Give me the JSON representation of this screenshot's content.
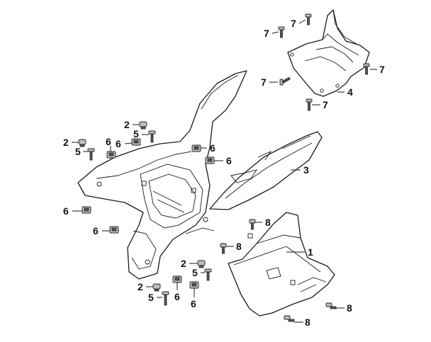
{
  "diagram": {
    "callouts": [
      {
        "id": "c7a",
        "text": "7"
      },
      {
        "id": "c7b",
        "text": "7"
      },
      {
        "id": "c7c",
        "text": "7"
      },
      {
        "id": "c7d",
        "text": "7"
      },
      {
        "id": "c7e",
        "text": "7"
      },
      {
        "id": "c4",
        "text": "4"
      },
      {
        "id": "c3",
        "text": "3"
      },
      {
        "id": "c2a",
        "text": "2"
      },
      {
        "id": "c5a",
        "text": "5"
      },
      {
        "id": "c2b",
        "text": "2"
      },
      {
        "id": "c5b",
        "text": "5"
      },
      {
        "id": "c6a",
        "text": "6"
      },
      {
        "id": "c6b",
        "text": "6"
      },
      {
        "id": "c6c",
        "text": "6"
      },
      {
        "id": "c6d",
        "text": "6"
      },
      {
        "id": "c6e",
        "text": "6"
      },
      {
        "id": "c6f",
        "text": "6"
      },
      {
        "id": "c8a",
        "text": "8"
      },
      {
        "id": "c8b",
        "text": "8"
      },
      {
        "id": "c1",
        "text": "1"
      },
      {
        "id": "c2c",
        "text": "2"
      },
      {
        "id": "c5c",
        "text": "5"
      },
      {
        "id": "c2d",
        "text": "2"
      },
      {
        "id": "c5d",
        "text": "5"
      },
      {
        "id": "c6g",
        "text": "6"
      },
      {
        "id": "c6h",
        "text": "6"
      },
      {
        "id": "c8c",
        "text": "8"
      },
      {
        "id": "c8d",
        "text": "8"
      }
    ]
  }
}
